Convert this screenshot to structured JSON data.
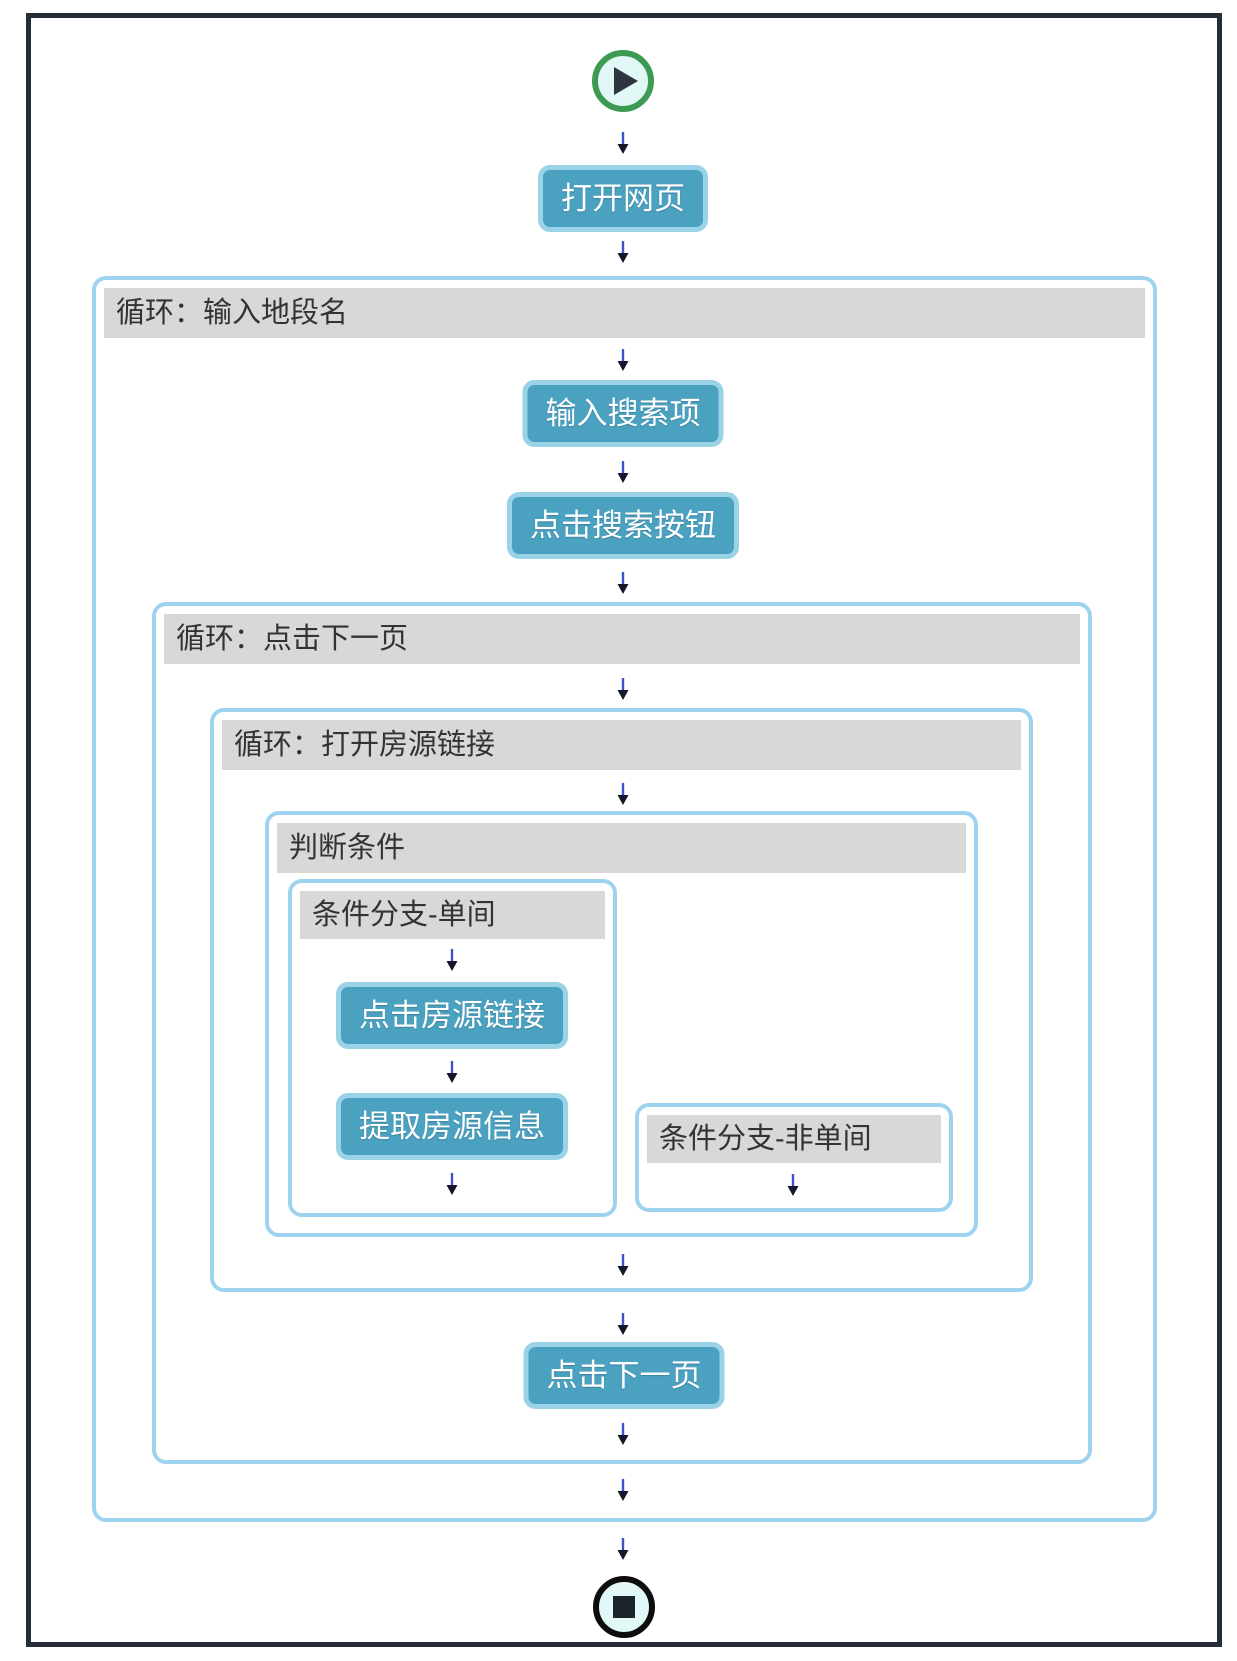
{
  "diagram": {
    "type": "rpa-workflow-flowchart",
    "icons": {
      "start": "play-circle",
      "end": "stop-circle",
      "connector": "down-arrow"
    },
    "containers": {
      "loop1": {
        "title": "循环：输入地段名"
      },
      "loop2": {
        "title": "循环：点击下一页"
      },
      "loop3": {
        "title": "循环：打开房源链接"
      },
      "condition": {
        "title": "判断条件"
      },
      "branch_single": {
        "title": "条件分支-单间"
      },
      "branch_not_single": {
        "title": "条件分支-非单间"
      }
    },
    "steps": {
      "open_page": "打开网页",
      "input_search": "输入搜索项",
      "click_search": "点击搜索按钮",
      "click_listing": "点击房源链接",
      "extract_info": "提取房源信息",
      "next_page": "点击下一页"
    },
    "colors": {
      "frame_border": "#262c35",
      "box_border": "#9ed3ef",
      "header_bg": "#d8d8d8",
      "button_fill": "#4ba1c0",
      "button_border": "#9ad2e8",
      "start_ring": "#3c9a52",
      "end_ring": "#0d0d0d",
      "icon_fill": "#e1f8f6",
      "arrow_stem": "#3c55c8",
      "arrow_head": "#16162c"
    }
  }
}
